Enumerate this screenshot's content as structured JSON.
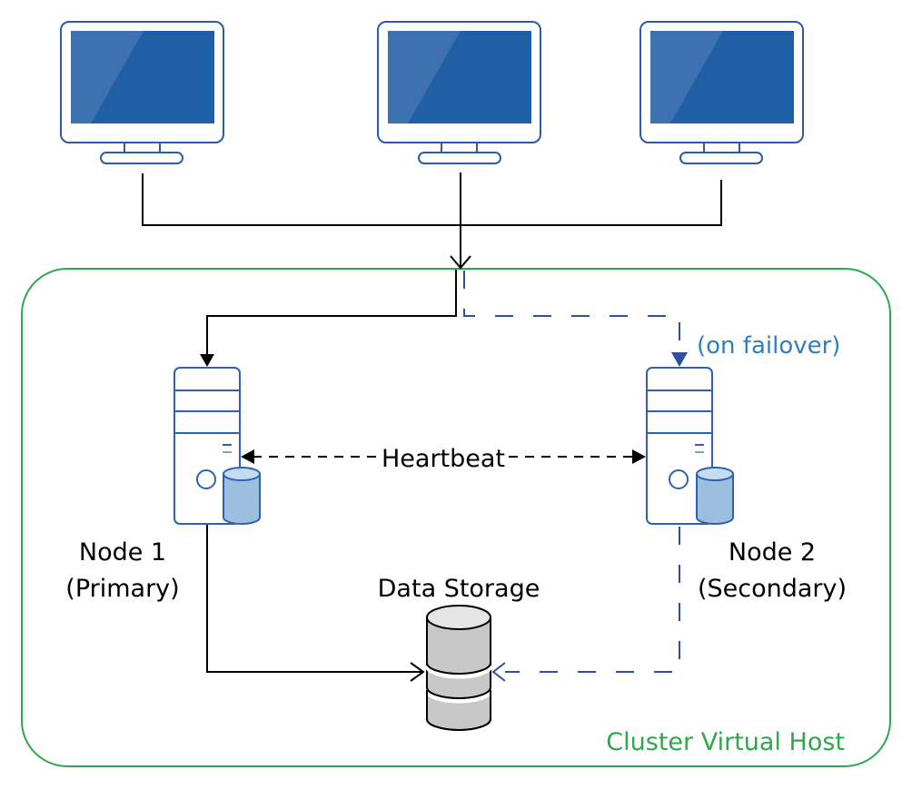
{
  "diagram": {
    "title": "Failover cluster architecture",
    "clients": [
      {
        "id": "client-1",
        "label": ""
      },
      {
        "id": "client-2",
        "label": ""
      },
      {
        "id": "client-3",
        "label": ""
      }
    ],
    "cluster": {
      "label": "Cluster Virtual Host",
      "color": "#2ea84a"
    },
    "nodes": [
      {
        "id": "node-1",
        "line1": "Node 1",
        "line2": "(Primary)"
      },
      {
        "id": "node-2",
        "line1": "Node 2",
        "line2": "(Secondary)"
      }
    ],
    "storage": {
      "label": "Data Storage"
    },
    "heartbeat": {
      "label": "Heartbeat"
    },
    "failover": {
      "label": "(on failover)",
      "color": "#2f7fc1"
    },
    "colors": {
      "monitor_outline": "#2a5ca8",
      "screen_dark": "#1f5fa6",
      "screen_light": "#3e71b0",
      "server_outline": "#2e62ad",
      "disk_fill": "#9cbfe0",
      "disk_top": "#c5dcf0",
      "storage_fill": "#c8c8c8",
      "storage_top": "#e6e6e6",
      "dashed_blue": "#2f4fa0",
      "solid_line": "#000000"
    }
  }
}
